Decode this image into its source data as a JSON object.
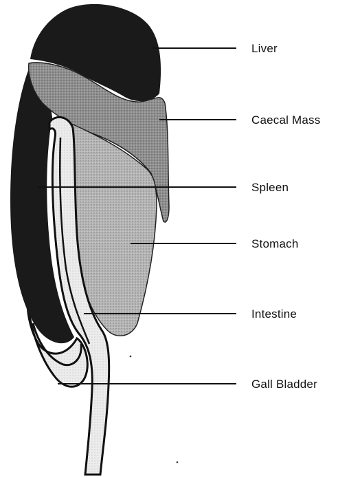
{
  "diagram": {
    "labels": {
      "liver": "Liver",
      "caecal_mass": "Caecal Mass",
      "spleen": "Spleen",
      "stomach": "Stomach",
      "intestine": "Intestine",
      "gall_bladder": "Gall Bladder"
    }
  },
  "colors": {
    "dark_tissue": "#1a1a1a",
    "mid_gray_stipple": "#8c8c8c",
    "light_gray_stipple": "#b4b4b4",
    "intestine_fill": "#e4e4e4",
    "outline": "#111111"
  }
}
